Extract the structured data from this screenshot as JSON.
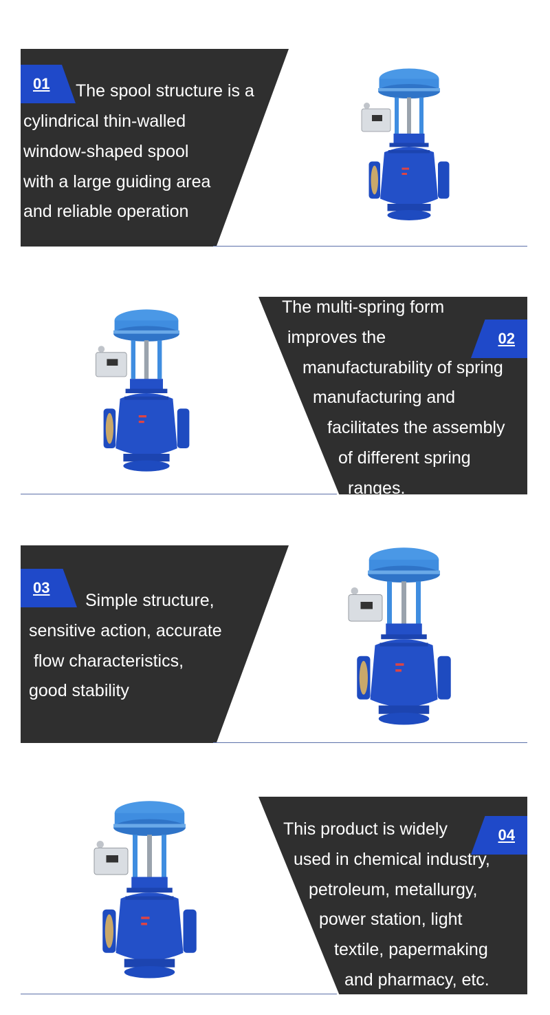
{
  "colors": {
    "panel": "#2f2f2f",
    "badge": "#1f49c9",
    "valve_body": "#2350c8",
    "diaphragm": "#3f8de0",
    "text": "#ffffff",
    "rule": "#5a6fa8"
  },
  "features": [
    {
      "number": "01",
      "lines": [
        "The spool structure is a",
        "cylindrical thin-walled",
        "window-shaped spool",
        "with a large guiding area",
        "and reliable operation"
      ]
    },
    {
      "number": "02",
      "lines": [
        "The multi-spring form",
        "improves the",
        "manufacturability of spring",
        "manufacturing and",
        "facilitates the assembly",
        "of different spring",
        "ranges."
      ]
    },
    {
      "number": "03",
      "lines": [
        "Simple structure,",
        "sensitive action, accurate",
        " flow characteristics,",
        "good stability"
      ]
    },
    {
      "number": "04",
      "lines": [
        "This product is widely",
        "used in chemical industry,",
        "petroleum, metallurgy,",
        "power station, light",
        "textile, papermaking",
        "and pharmacy, etc."
      ]
    }
  ]
}
